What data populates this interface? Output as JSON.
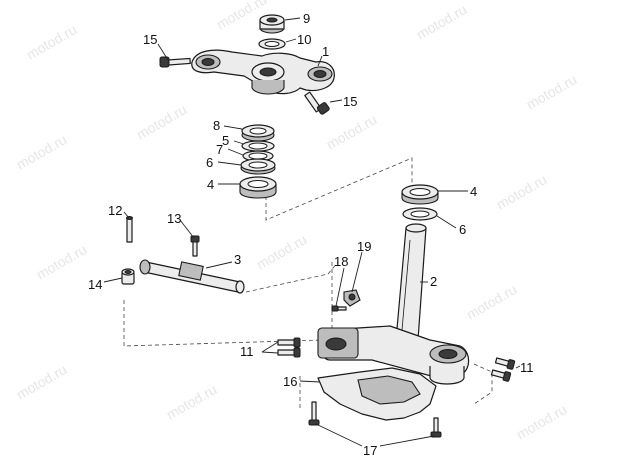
{
  "watermark": "motod.ru",
  "callouts": [
    {
      "id": "c9",
      "text": "9"
    },
    {
      "id": "c10",
      "text": "10"
    },
    {
      "id": "c1",
      "text": "1"
    },
    {
      "id": "c15a",
      "text": "15"
    },
    {
      "id": "c15b",
      "text": "15"
    },
    {
      "id": "c8",
      "text": "8"
    },
    {
      "id": "c5",
      "text": "5"
    },
    {
      "id": "c7",
      "text": "7"
    },
    {
      "id": "c6a",
      "text": "6"
    },
    {
      "id": "c4a",
      "text": "4"
    },
    {
      "id": "c4b",
      "text": "4"
    },
    {
      "id": "c6b",
      "text": "6"
    },
    {
      "id": "c12",
      "text": "12"
    },
    {
      "id": "c13",
      "text": "13"
    },
    {
      "id": "c3",
      "text": "3"
    },
    {
      "id": "c14",
      "text": "14"
    },
    {
      "id": "c18",
      "text": "18"
    },
    {
      "id": "c19",
      "text": "19"
    },
    {
      "id": "c2",
      "text": "2"
    },
    {
      "id": "c11a",
      "text": "11"
    },
    {
      "id": "c11b",
      "text": "11"
    },
    {
      "id": "c16",
      "text": "16"
    },
    {
      "id": "c17",
      "text": "17"
    }
  ]
}
